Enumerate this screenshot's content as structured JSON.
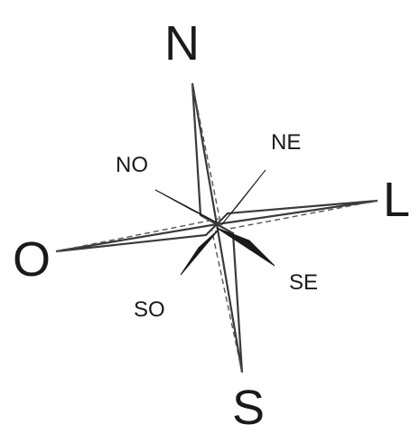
{
  "labels": {
    "north": "N",
    "south": "S",
    "east": "L",
    "west": "O",
    "northeast": "NE",
    "northwest": "NO",
    "southeast": "SE",
    "southwest": "SO"
  },
  "colors": {
    "ink": "#1a1a1a",
    "background": "#ffffff"
  }
}
